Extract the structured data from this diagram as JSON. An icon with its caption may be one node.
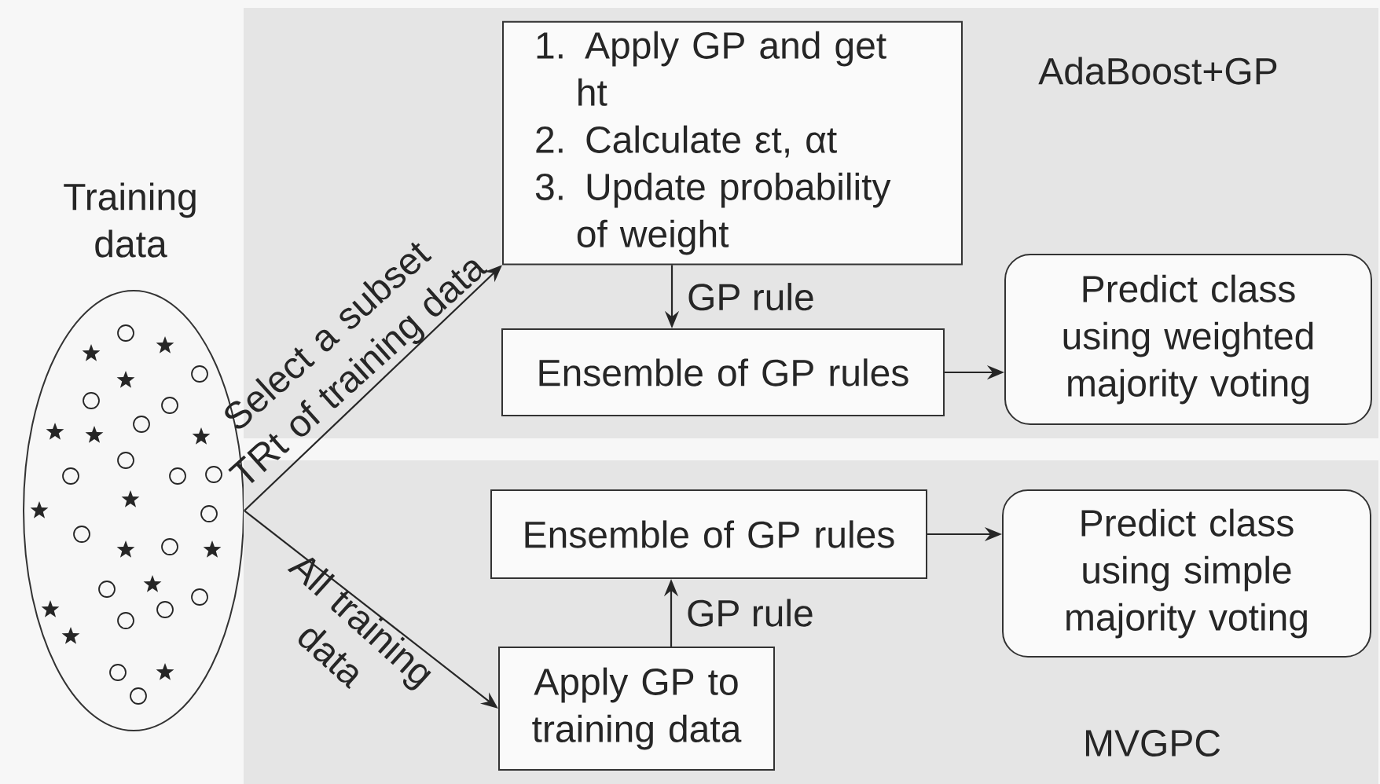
{
  "diagram": {
    "nodes": [
      {
        "text": [
          "Training data"
        ]
      },
      {
        "text": [
          "AdaBoost+GP"
        ]
      },
      {
        "text": [
          "1. Apply GP and get ht",
          "2. Calculate εt, αt",
          "3. Update probability of weight"
        ],
        "in": 1
      },
      {
        "text": [
          "Ensemble of GP rules"
        ],
        "in": 1
      },
      {
        "text": [
          "Predict class using weighted majority voting"
        ],
        "in": 1
      },
      {
        "text": [
          "MVGPC"
        ]
      },
      {
        "text": [
          "Ensemble of GP rules"
        ],
        "in": 5
      },
      {
        "text": [
          "Predict class using simple majority voting"
        ],
        "in": 5
      },
      {
        "text": [
          "Apply GP to training data"
        ],
        "in": 5
      }
    ],
    "edges": [
      {
        "from": 0,
        "to": 2,
        "arrow": "to",
        "label": "Select a subset TRt of training data"
      },
      {
        "from": 2,
        "to": 3,
        "arrow": "to",
        "label": "GP rule"
      },
      {
        "from": 3,
        "to": 4,
        "arrow": "to"
      },
      {
        "from": 0,
        "to": 8,
        "arrow": "to",
        "label": "All training data"
      },
      {
        "from": 8,
        "to": 6,
        "arrow": "to",
        "label": "GP rule"
      },
      {
        "from": 6,
        "to": 7,
        "arrow": "to"
      }
    ]
  }
}
